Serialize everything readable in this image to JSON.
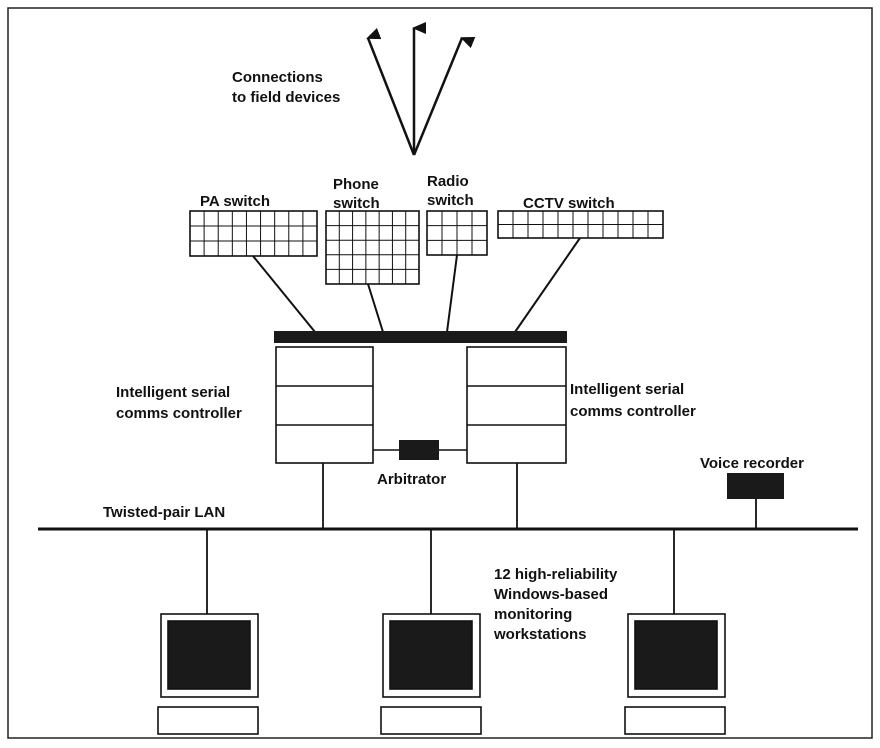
{
  "top_label": {
    "line1": "Connections",
    "line2": "to field devices"
  },
  "switches": {
    "pa": "PA switch",
    "phone": {
      "line1": "Phone",
      "line2": "switch"
    },
    "radio": {
      "line1": "Radio",
      "line2": "switch"
    },
    "cctv": "CCTV switch"
  },
  "controllers": {
    "left": {
      "line1": "Intelligent serial",
      "line2": "comms controller"
    },
    "right": {
      "line1": "Intelligent serial",
      "line2": "comms controller"
    }
  },
  "arbitrator": "Arbitrator",
  "voice_recorder": "Voice recorder",
  "lan": "Twisted-pair LAN",
  "workstations_label": {
    "line1": "12 high-reliability",
    "line2": "Windows-based",
    "line3": "monitoring",
    "line4": "workstations"
  },
  "colors": {
    "ink": "#111111",
    "panel": "#ffffff",
    "dark_fill": "#1a1a1a"
  }
}
